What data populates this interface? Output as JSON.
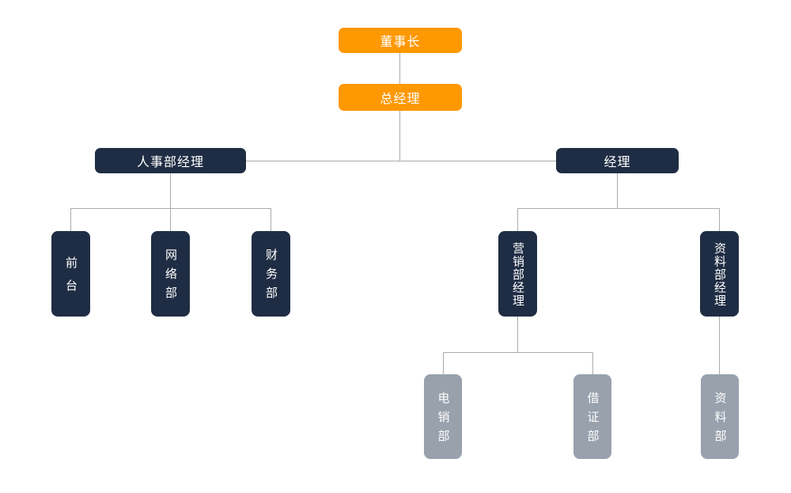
{
  "colors": {
    "accent_orange": "#fe9803",
    "dark_navy": "#1f2d44",
    "gray": "#98a1ac",
    "connector_line": "#ababab",
    "node_text": "#ffffff",
    "background": "#ffffff"
  },
  "chart": {
    "type": "org-chart",
    "nodes": {
      "chairman": "董事长",
      "general_manager": "总经理",
      "hr_manager": "人事部经理",
      "manager": "经理",
      "front_desk": "前台",
      "network_dept": "网络部",
      "finance_dept": "财务部",
      "marketing_manager": "营销部经理",
      "data_dept_manager": "资料部经理",
      "telemarketing_dept": "电销部",
      "certificate_dept": "借证部",
      "data_dept": "资料部"
    },
    "hierarchy": [
      {
        "parent": "chairman",
        "children": [
          "general_manager"
        ]
      },
      {
        "parent": "general_manager",
        "children": [
          "hr_manager",
          "manager"
        ]
      },
      {
        "parent": "hr_manager",
        "children": [
          "front_desk",
          "network_dept",
          "finance_dept"
        ]
      },
      {
        "parent": "manager",
        "children": [
          "marketing_manager",
          "data_dept_manager"
        ]
      },
      {
        "parent": "marketing_manager",
        "children": [
          "telemarketing_dept",
          "certificate_dept"
        ]
      },
      {
        "parent": "data_dept_manager",
        "children": [
          "data_dept"
        ]
      }
    ]
  }
}
